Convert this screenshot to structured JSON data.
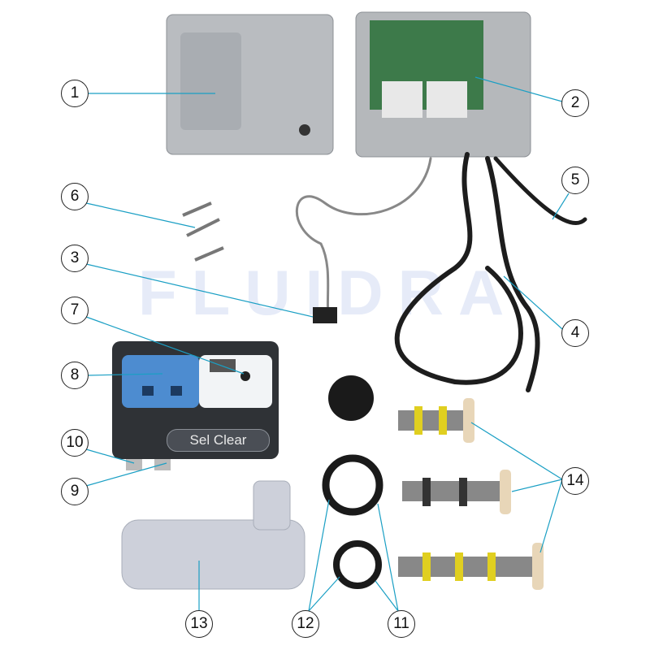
{
  "watermark": "FLUIDRA",
  "device_label": "Sel Clear",
  "callouts": [
    "1",
    "2",
    "3",
    "4",
    "5",
    "6",
    "7",
    "8",
    "9",
    "10",
    "11",
    "12",
    "13",
    "14"
  ]
}
